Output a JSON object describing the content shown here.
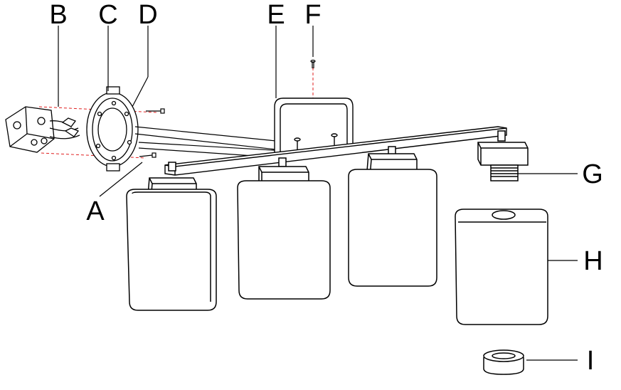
{
  "diagram": {
    "type": "exploded-assembly",
    "labels": {
      "a": "A",
      "b": "B",
      "c": "C",
      "d": "D",
      "e": "E",
      "f": "F",
      "g": "G",
      "h": "H",
      "i": "I"
    },
    "colors": {
      "line": "#000000",
      "guide": "#e02020",
      "fill": "#ffffff",
      "shade": "#f2f2f2"
    }
  }
}
